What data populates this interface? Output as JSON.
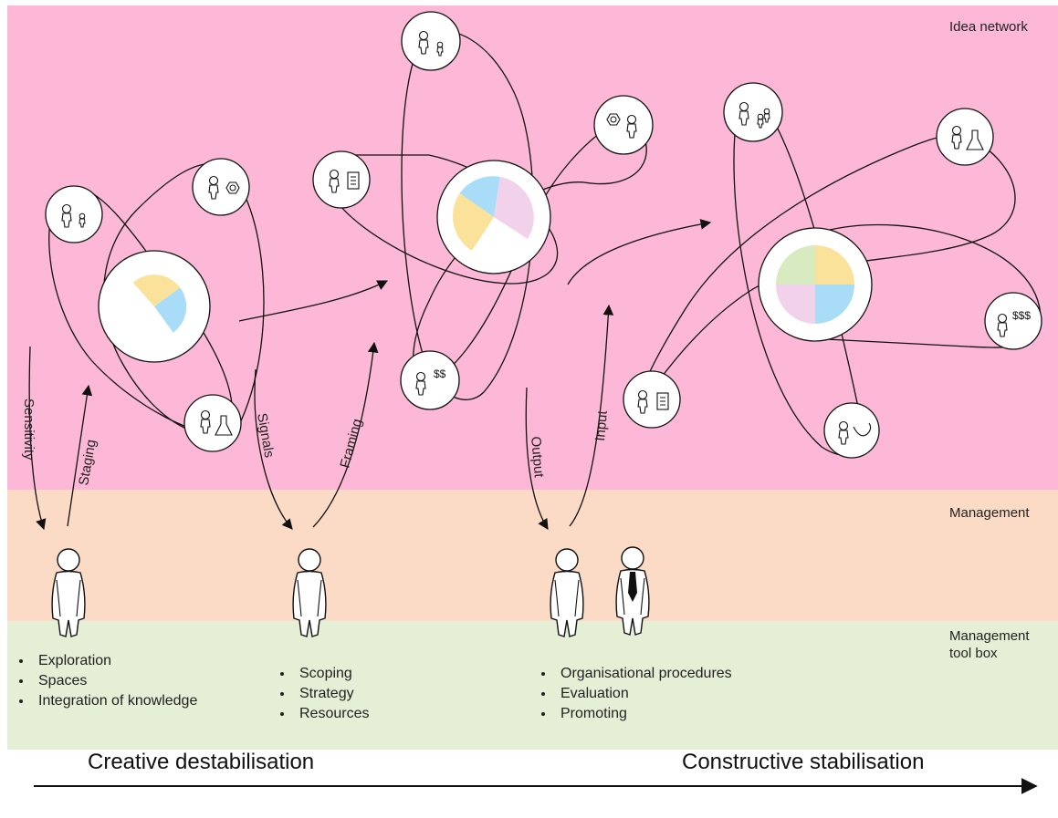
{
  "bands": {
    "idea_network": "Idea network",
    "management": "Management",
    "toolbox_line1": "Management",
    "toolbox_line2": "tool box"
  },
  "colors": {
    "idea_band": "#fcb8d6",
    "management_band": "#fbdac6",
    "toolbox_band": "#e4efd6",
    "yellow": "#fbe29a",
    "blue": "#a9ddf7",
    "pink": "#f2d2ea",
    "green": "#d8eac0"
  },
  "flows": {
    "sensitivity": "Sensitivity",
    "staging": "Staging",
    "signals": "Signals",
    "framing": "Framing",
    "output": "Output",
    "input": "Input"
  },
  "toolbox": {
    "group1": [
      "Exploration",
      "Spaces",
      "Integration of knowledge"
    ],
    "group2": [
      "Scoping",
      "Strategy",
      "Resources"
    ],
    "group3": [
      "Organisational procedures",
      "Evaluation",
      "Promoting"
    ]
  },
  "icons": {
    "money2": "$$",
    "money3": "$$$"
  },
  "axis": {
    "left": "Creative destabilisation",
    "right": "Constructive stabilisation"
  }
}
